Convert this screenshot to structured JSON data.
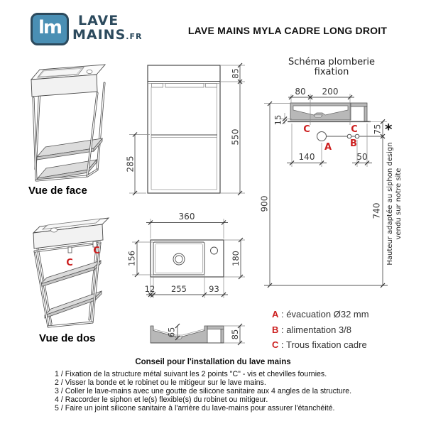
{
  "header": {
    "logo": {
      "monogram": "lm",
      "word1": "LAVE",
      "word2": "MAINS",
      "tld": ".FR",
      "badge_color": "#4a8fb4",
      "dark_color": "#2c4a5d"
    },
    "title": "LAVE MAINS MYLA CADRE LONG DROIT"
  },
  "views": {
    "face_label": "Vue de face",
    "dos_label": "Vue de dos"
  },
  "dims": {
    "front": {
      "h85": "85",
      "h550": "550",
      "h285": "285"
    },
    "top": {
      "w360": "360",
      "d156": "156",
      "d180": "180",
      "o12": "12",
      "w255": "255",
      "w93": "93"
    },
    "section": {
      "d65": "65",
      "h85": "85"
    },
    "schema": {
      "w80": "80",
      "w200": "200",
      "h15": "15",
      "h75": "75",
      "w140": "140",
      "w50": "50",
      "h900": "900",
      "h740": "740"
    }
  },
  "schema": {
    "title1": "Schéma plomberie",
    "title2": "fixation",
    "markers": {
      "A": "A",
      "B": "B",
      "C": "C"
    },
    "asterisk": "*",
    "note1": "Hauteur adaptée au siphon design",
    "note2": "vendu sur notre site",
    "accent_red": "#cc1f1f"
  },
  "legend": {
    "items": [
      {
        "key": "A",
        "desc": ": évacuation Ø32 mm"
      },
      {
        "key": "B",
        "desc": ": alimentation 3/8"
      },
      {
        "key": "C",
        "desc": ": Trous fixation cadre"
      }
    ]
  },
  "instructions": {
    "title": "Conseil pour l'installation du lave mains",
    "steps": [
      "1 / Fixation de la structure métal suivant les 2 points \"C\" - vis et chevilles fournies.",
      "2 / Visser la bonde et le robinet ou le mitigeur sur le lave mains.",
      "3 / Coller le lave-mains avec une goutte de silicone sanitaire aux 4 angles de la structure.",
      "4 / Raccorder le siphon et le(s) flexible(s) du robinet ou mitigeur.",
      "5 / Faire un joint silicone sanitaire à l'arrière du lave-mains pour assurer l'étanchéité."
    ]
  }
}
